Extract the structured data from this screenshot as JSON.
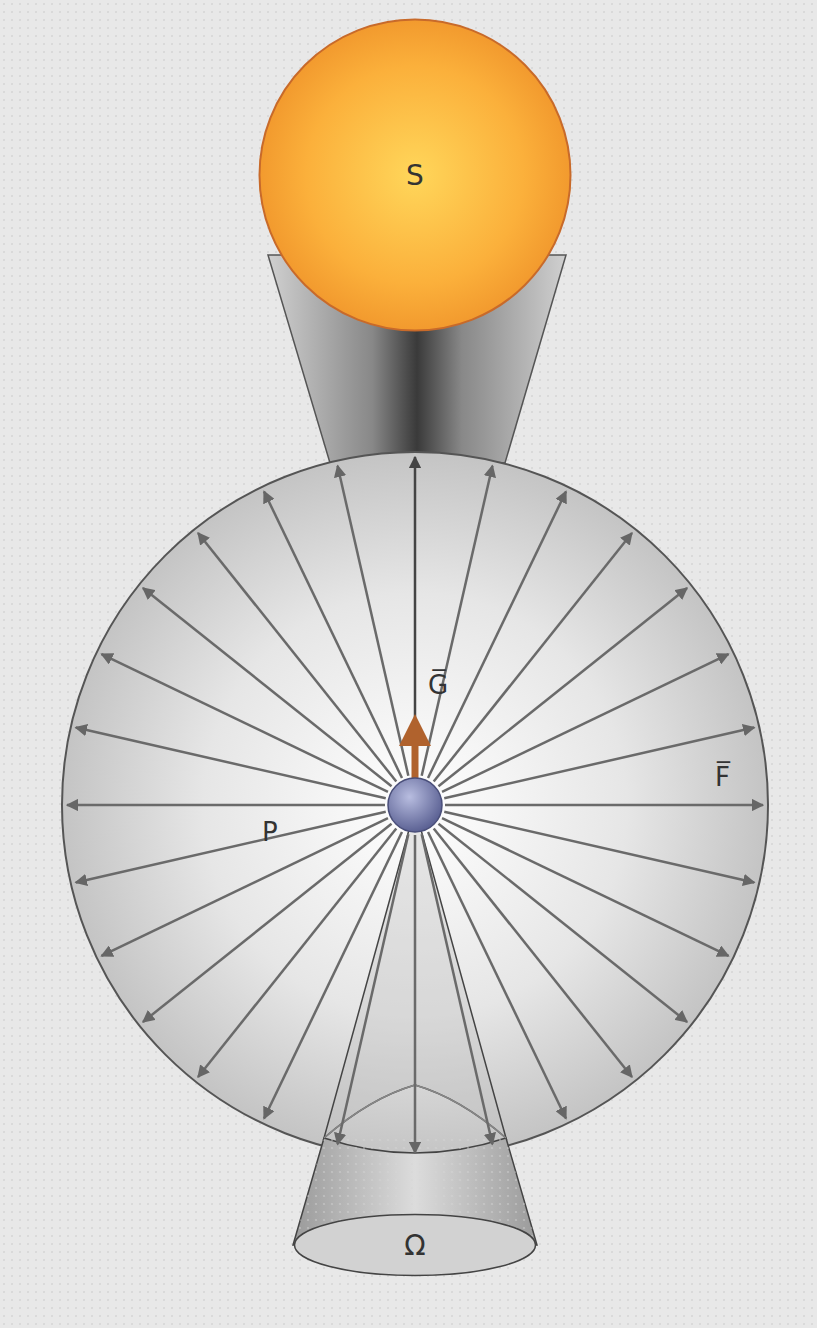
{
  "diagram": {
    "nodes": [
      {
        "text": [
          "S"
        ]
      },
      {
        "text": [
          "Ω"
        ]
      }
    ],
    "labels": [
      "G̅",
      "F̅",
      "P"
    ]
  }
}
